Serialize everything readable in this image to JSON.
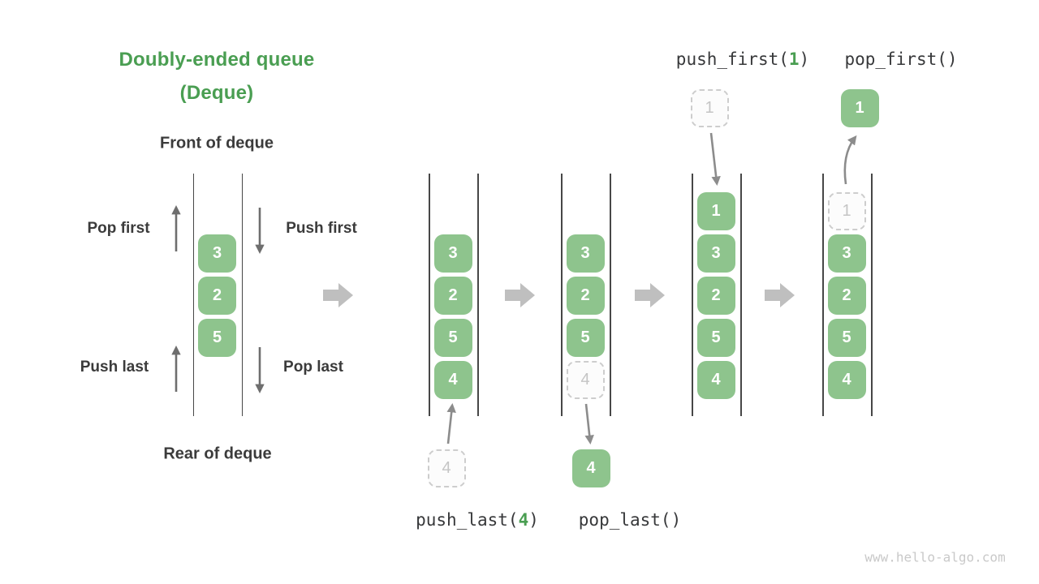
{
  "meta": {
    "watermark": "www.hello-algo.com"
  },
  "palette": {
    "bg": "#ffffff",
    "accent_green": "#4a9e52",
    "cell_green": "#8ec48d",
    "cell_text": "#ffffff",
    "ghost_border": "#cdcdcd",
    "ghost_fill": "#fcfcfc",
    "ghost_text": "#c5c5c5",
    "label_text": "#3b3b3b",
    "code_text": "#37383a",
    "wall": "#474747",
    "side_arrow": "#6e6e6e",
    "connector": "#8c8c8c",
    "block_arrow": "#bfbfbf",
    "watermark_text": "#c9c9c9"
  },
  "header": {
    "title_line1": "Doubly-ended queue",
    "title_line2": "(Deque)"
  },
  "deque_intro": {
    "front_label": "Front of deque",
    "rear_label": "Rear of deque",
    "pop_first_label": "Pop first",
    "push_first_label": "Push first",
    "push_last_label": "Push last",
    "pop_last_label": "Pop last"
  },
  "op_calls": {
    "push_last": {
      "prefix": "push_last(",
      "arg": "4",
      "suffix": ")"
    },
    "pop_last": {
      "prefix": "pop_last()",
      "arg": "",
      "suffix": ""
    },
    "push_first": {
      "prefix": "push_first(",
      "arg": "1",
      "suffix": ")"
    },
    "pop_first": {
      "prefix": "pop_first()",
      "arg": "",
      "suffix": ""
    }
  },
  "queues": [
    {
      "name": "deque-initial",
      "cells": [
        {
          "row": 1,
          "value": "3",
          "ghost": false
        },
        {
          "row": 2,
          "value": "2",
          "ghost": false
        },
        {
          "row": 3,
          "value": "5",
          "ghost": false
        }
      ],
      "external": null
    },
    {
      "name": "deque-after-push-last",
      "cells": [
        {
          "row": 1,
          "value": "3",
          "ghost": false
        },
        {
          "row": 2,
          "value": "2",
          "ghost": false
        },
        {
          "row": 3,
          "value": "5",
          "ghost": false
        },
        {
          "row": 4,
          "value": "4",
          "ghost": false
        }
      ],
      "external": {
        "value": "4",
        "ghost": true,
        "position": "below"
      }
    },
    {
      "name": "deque-during-pop-last",
      "cells": [
        {
          "row": 1,
          "value": "3",
          "ghost": false
        },
        {
          "row": 2,
          "value": "2",
          "ghost": false
        },
        {
          "row": 3,
          "value": "5",
          "ghost": false
        },
        {
          "row": 4,
          "value": "4",
          "ghost": true
        }
      ],
      "external": {
        "value": "4",
        "ghost": false,
        "position": "below"
      }
    },
    {
      "name": "deque-after-push-first",
      "cells": [
        {
          "row": 0,
          "value": "1",
          "ghost": false
        },
        {
          "row": 1,
          "value": "3",
          "ghost": false
        },
        {
          "row": 2,
          "value": "2",
          "ghost": false
        },
        {
          "row": 3,
          "value": "5",
          "ghost": false
        },
        {
          "row": 4,
          "value": "4",
          "ghost": false
        }
      ],
      "external": {
        "value": "1",
        "ghost": true,
        "position": "above"
      }
    },
    {
      "name": "deque-during-pop-first",
      "cells": [
        {
          "row": 0,
          "value": "1",
          "ghost": true
        },
        {
          "row": 1,
          "value": "3",
          "ghost": false
        },
        {
          "row": 2,
          "value": "2",
          "ghost": false
        },
        {
          "row": 3,
          "value": "5",
          "ghost": false
        },
        {
          "row": 4,
          "value": "4",
          "ghost": false
        }
      ],
      "external": {
        "value": "1",
        "ghost": false,
        "position": "above"
      }
    }
  ]
}
